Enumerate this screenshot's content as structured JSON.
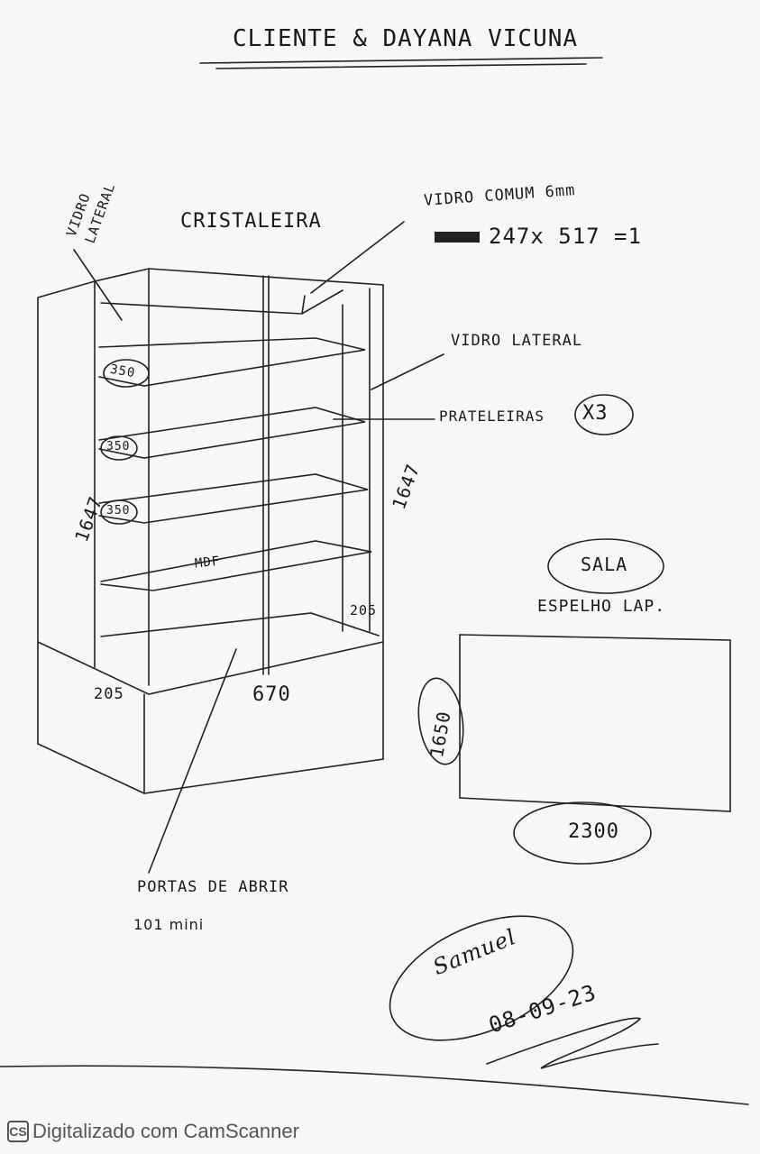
{
  "header": {
    "title": "CLIENTE & DAYANA VICUNA"
  },
  "cabinet": {
    "name": "CRISTALEIRA",
    "vidro_lateral_left": [
      "VIDRO",
      "LATERAL"
    ],
    "vidro_comum": "VIDRO COMUM 6mm",
    "vidro_dims": "247x 517 =1",
    "vidro_lateral_right": "VIDRO LATERAL",
    "prateleiras": "PRATELEIRAS",
    "prateleiras_qty": "X3",
    "shelf_spacings": [
      "350",
      "350",
      "350"
    ],
    "mdf": "MDF",
    "height_left": "1647",
    "height_right": "1647",
    "depth_right": "205",
    "depth_left": "205",
    "width": "670",
    "portas": "PORTAS DE ABRIR",
    "model": "101 mini"
  },
  "mirror": {
    "room": "SALA",
    "label": "ESPELHO LAP.",
    "height": "1650",
    "width": "2300"
  },
  "signature": {
    "date": "08-09-23"
  },
  "footer": {
    "logo": "CS",
    "text": "Digitalizado com CamScanner"
  }
}
